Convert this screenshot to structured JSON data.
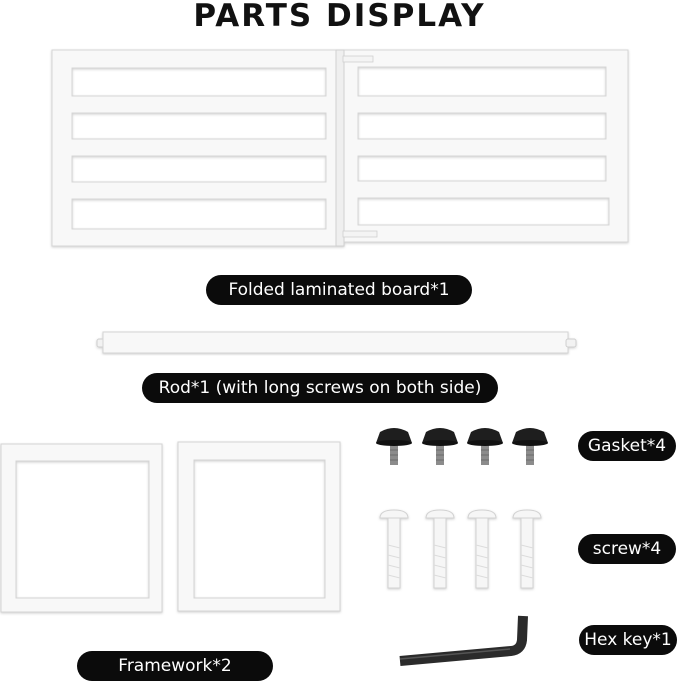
{
  "title": "PARTS DISPLAY",
  "labels": {
    "board": "Folded laminated board*1",
    "rod": "Rod*1 (with long screws on both side)",
    "gasket": "Gasket*4",
    "screw": "screw*4",
    "hexkey": "Hex key*1",
    "framework": "Framework*2"
  },
  "colors": {
    "part": "#f8f8f8",
    "outline": "#d9d9d9",
    "pill": "#0b0b0b",
    "metal": "#8a8a8a",
    "rubber": "#1e1e1e"
  },
  "icons": {
    "board": "folded-laminated-board-image",
    "rod": "rod-image",
    "framework": "framework-image",
    "gasket": "gasket-image",
    "screw": "screw-image",
    "hexkey": "hex-key-image"
  }
}
